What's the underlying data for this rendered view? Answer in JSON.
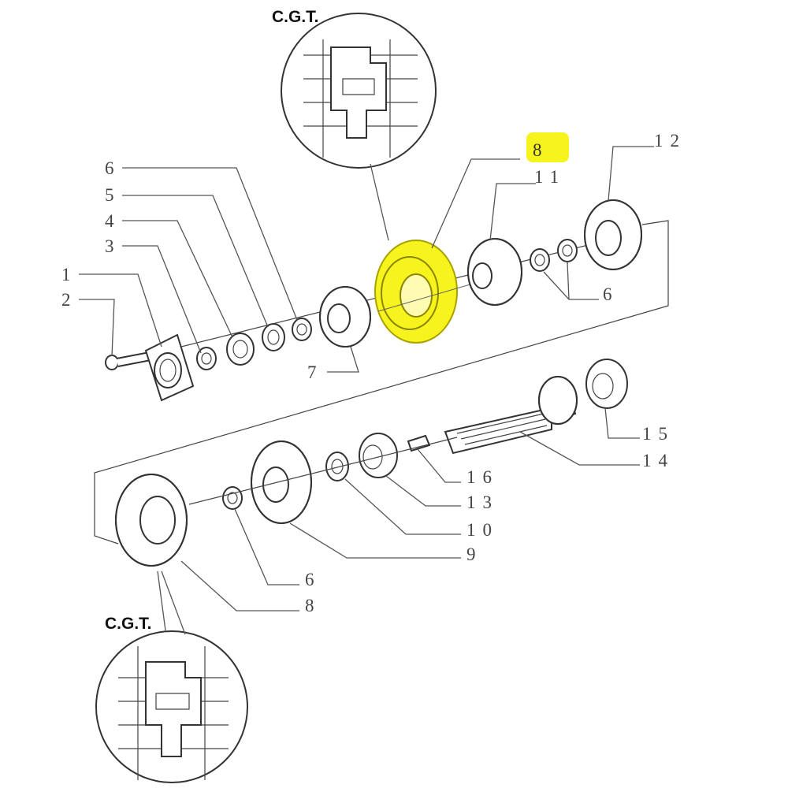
{
  "diagram": {
    "detail_label": "C.G.T.",
    "highlight_color": "#f7f31c",
    "callouts": {
      "c1": "1",
      "c2": "2",
      "c3": "3",
      "c4": "4",
      "c5": "5",
      "c6a": "6",
      "c7": "7",
      "c8a": "8",
      "c11": "11",
      "c12": "12",
      "c6b": "6",
      "c15": "15",
      "c14": "14",
      "c16": "16",
      "c13": "13",
      "c10": "10",
      "c9": "9",
      "c6c": "6",
      "c8b": "8"
    }
  }
}
